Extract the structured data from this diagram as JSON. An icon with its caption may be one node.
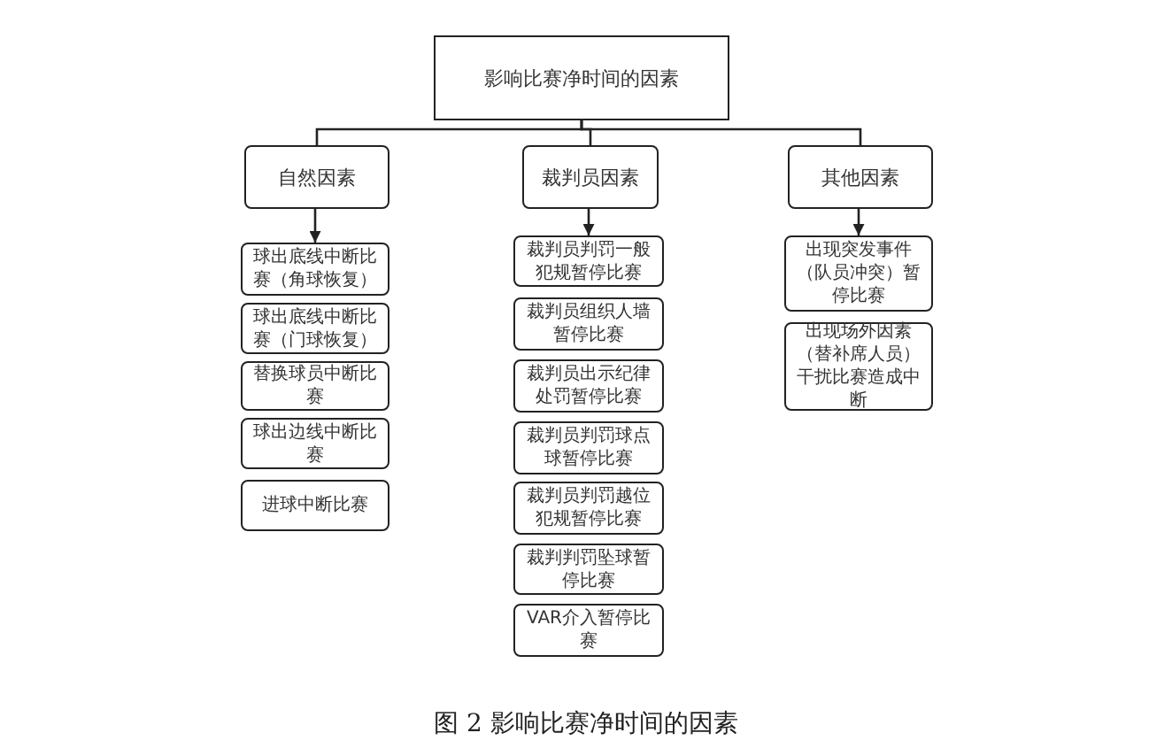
{
  "diagram": {
    "caption": "图 2 影响比赛净时间的因素",
    "nodes": [
      {
        "text": [
          "影响比赛净时间的因素"
        ]
      },
      {
        "text": [
          "自然因素"
        ]
      },
      {
        "text": [
          "裁判员因素"
        ]
      },
      {
        "text": [
          "其他因素"
        ]
      },
      {
        "text": [
          "球出底线中断比赛（角球恢复）"
        ]
      },
      {
        "text": [
          "球出底线中断比赛（门球恢复）"
        ]
      },
      {
        "text": [
          "替换球员中断比赛"
        ]
      },
      {
        "text": [
          "球出边线中断比赛"
        ]
      },
      {
        "text": [
          "进球中断比赛"
        ]
      },
      {
        "text": [
          "裁判员判罚一般犯规暂停比赛"
        ]
      },
      {
        "text": [
          "裁判员组织人墙暂停比赛"
        ]
      },
      {
        "text": [
          "裁判员出示纪律处罚暂停比赛"
        ]
      },
      {
        "text": [
          "裁判员判罚球点球暂停比赛"
        ]
      },
      {
        "text": [
          "裁判员判罚越位犯规暂停比赛"
        ]
      },
      {
        "text": [
          "裁判判罚坠球暂停比赛"
        ]
      },
      {
        "text": [
          "VAR介入暂停比赛"
        ]
      },
      {
        "text": [
          "出现突发事件（队员冲突）暂停比赛"
        ]
      },
      {
        "text": [
          "出现场外因素（替补席人员）干扰比赛造成中断"
        ]
      }
    ],
    "edges": [
      {
        "from": 0,
        "to": 1,
        "arrow": "none"
      },
      {
        "from": 0,
        "to": 2,
        "arrow": "none"
      },
      {
        "from": 0,
        "to": 3,
        "arrow": "none"
      },
      {
        "from": 1,
        "to": 4,
        "arrow": "to"
      },
      {
        "from": 2,
        "to": 9,
        "arrow": "to"
      },
      {
        "from": 3,
        "to": 16,
        "arrow": "to"
      }
    ]
  }
}
